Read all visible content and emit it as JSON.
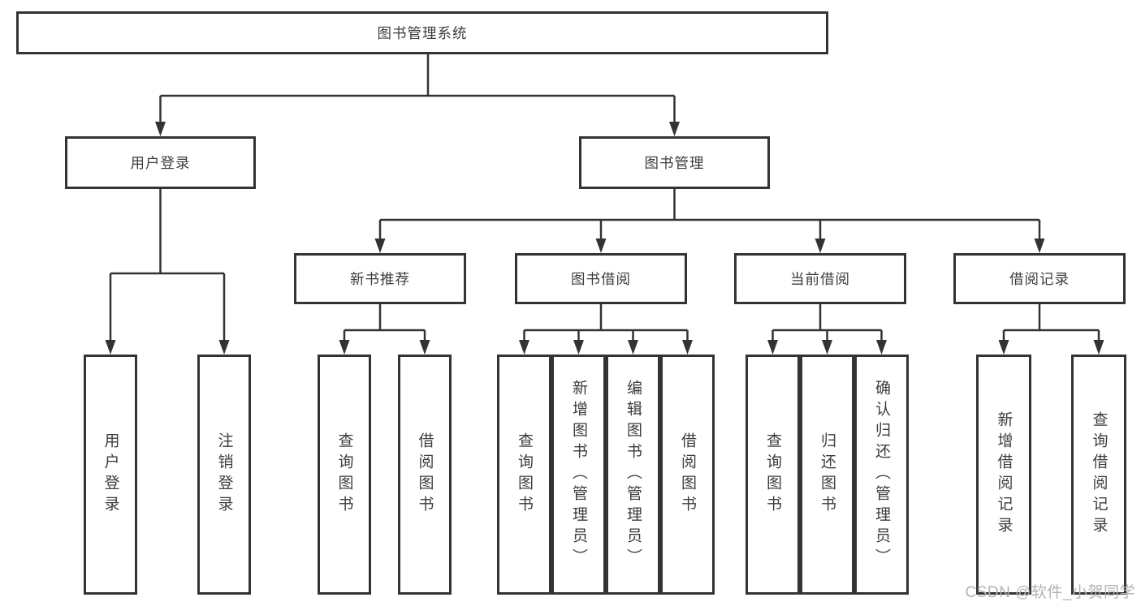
{
  "tree": {
    "root": {
      "label": "图书管理系统"
    },
    "branches": [
      {
        "label": "用户登录",
        "children": [
          {
            "label": "用户登录"
          },
          {
            "label": "注销登录"
          }
        ]
      },
      {
        "label": "图书管理",
        "children": [
          {
            "label": "新书推荐",
            "children": [
              {
                "label": "查询图书"
              },
              {
                "label": "借阅图书"
              }
            ]
          },
          {
            "label": "图书借阅",
            "children": [
              {
                "label": "查询图书"
              },
              {
                "label": "新增图书（管理员）"
              },
              {
                "label": "编辑图书（管理员）"
              },
              {
                "label": "借阅图书"
              }
            ]
          },
          {
            "label": "当前借阅",
            "children": [
              {
                "label": "查询图书"
              },
              {
                "label": "归还图书"
              },
              {
                "label": "确认归还（管理员）"
              }
            ]
          },
          {
            "label": "借阅记录",
            "children": [
              {
                "label": "新增借阅记录"
              },
              {
                "label": "查询借阅记录"
              }
            ]
          }
        ]
      }
    ]
  },
  "watermark": "CSDN @软件_小贺同学",
  "colors": {
    "line": "#333333",
    "box_border": "#333333",
    "text": "#3d3d3d",
    "watermark": "#b3b3b3",
    "background": "#ffffff"
  }
}
